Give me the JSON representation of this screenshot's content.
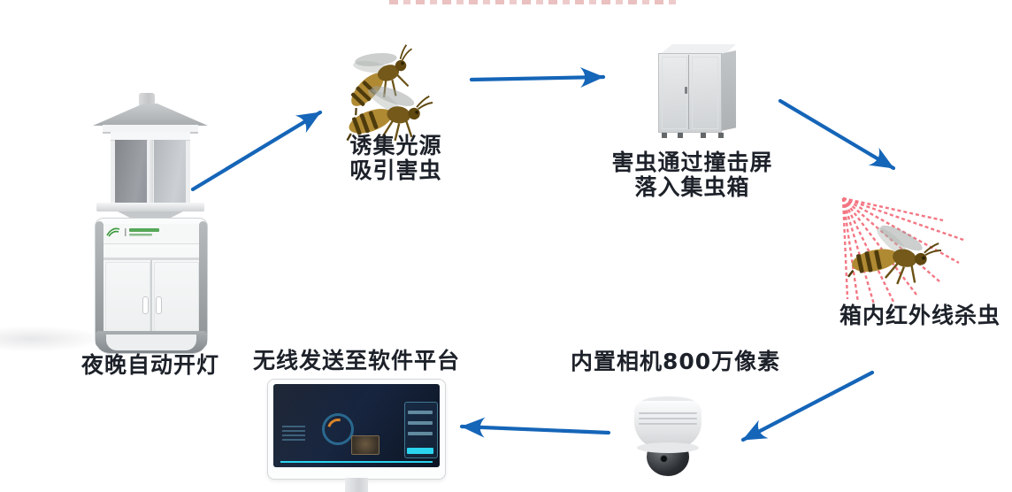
{
  "page": {
    "background_color": "#ffffff",
    "type": "pest-monitoring-system-flow-diagram"
  },
  "colors": {
    "arrow_blue": "#1565b8",
    "infrared_red": "#f25f6e",
    "label_text": "#1d2129",
    "screen_navy": "#101c30",
    "screen_cyan": "#2bd4ee",
    "brand_green": "#3a9a3c"
  },
  "labels": {
    "trap": "夜晚自动开灯",
    "attract_line1": "诱集光源",
    "attract_line2": "吸引害虫",
    "collect_line1": "害虫通过撞击屏",
    "collect_line2": "落入集虫箱",
    "infrared": "箱内红外线杀虫",
    "camera": "内置相机800万像素",
    "platform": "无线发送至软件平台"
  },
  "icons": {
    "trap_device": "insect-trap-lamp-station",
    "wasp_pair": "two-wasps",
    "collection_cabinet": "insect-collection-cabinet",
    "infrared_wasp": "wasp-under-infrared-rays",
    "dome_camera": "surveillance-dome-camera",
    "monitor": "desktop-monitor-software-platform",
    "flow_arrow": "blue-flow-arrow",
    "cropped_title": "partially-cropped-red-title-text"
  }
}
